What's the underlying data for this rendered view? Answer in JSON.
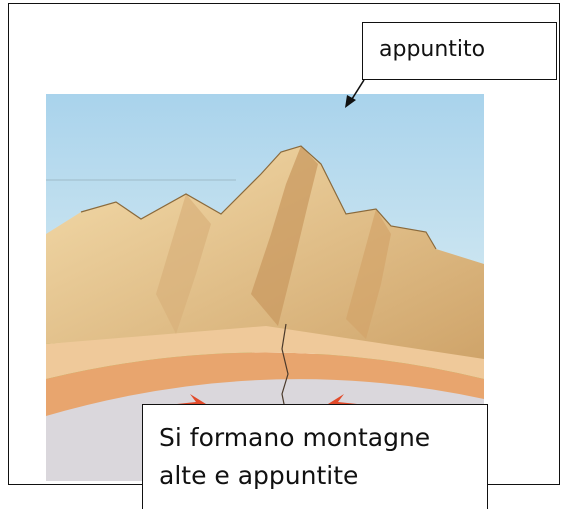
{
  "callouts": {
    "top_label": "appuntito",
    "bottom_line1": "Si formano montagne",
    "bottom_line2": "alte e appuntite"
  },
  "colors": {
    "sky": "#b9dcee",
    "rock": "#e8c890",
    "grass": "#a7c94e",
    "crust": "#e9b27a",
    "mantle": "#d9d6da"
  }
}
